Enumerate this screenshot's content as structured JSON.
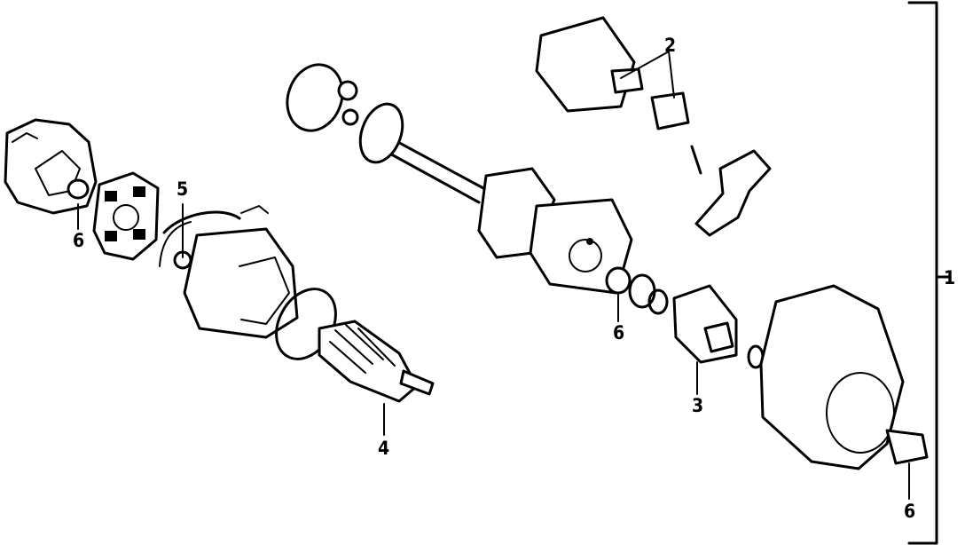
{
  "diagram": {
    "callouts": {
      "assembly": "1",
      "solenoid": "2",
      "clutch": "3",
      "armature": "4",
      "brush": "5",
      "bushing_rear": "6",
      "bushing_mid": "6",
      "bushing_front": "6"
    }
  }
}
